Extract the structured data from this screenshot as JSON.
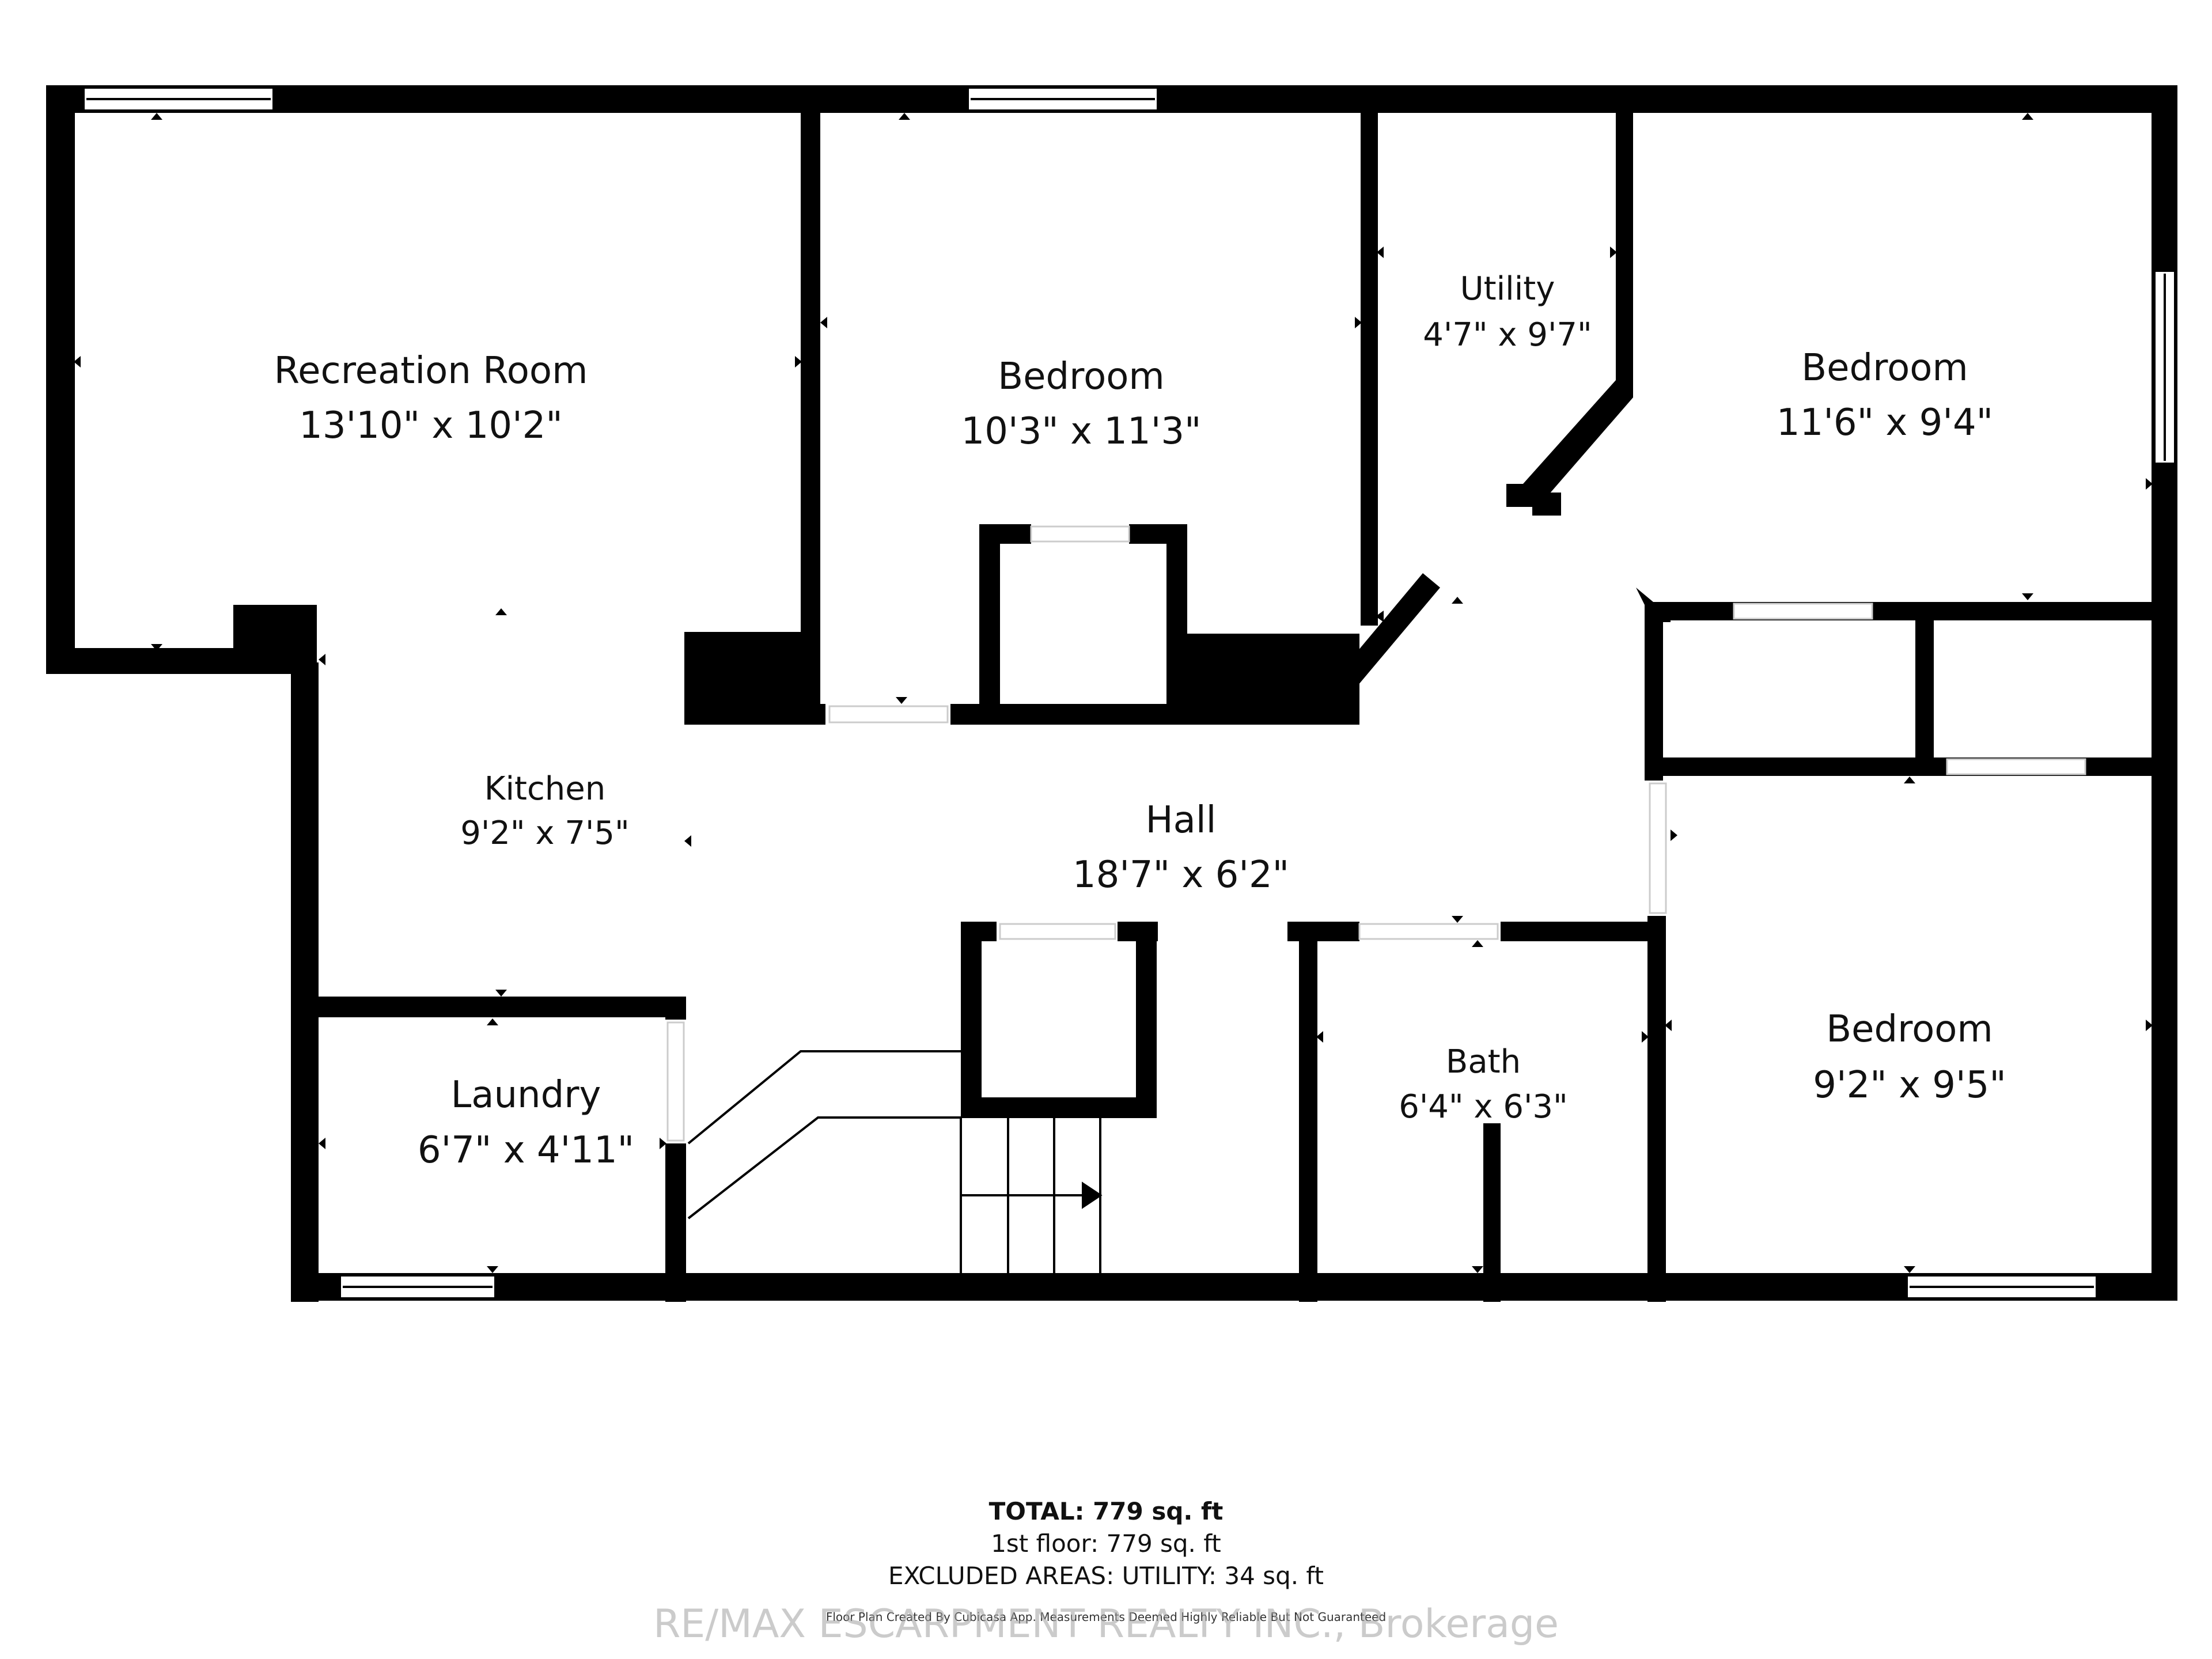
{
  "rooms": {
    "recreation": {
      "name": "Recreation Room",
      "dims": "13'10\" x 10'2\""
    },
    "bedroom_1": {
      "name": "Bedroom",
      "dims": "10'3\" x 11'3\""
    },
    "utility": {
      "name": "Utility",
      "dims": "4'7\" x 9'7\""
    },
    "bedroom_2": {
      "name": "Bedroom",
      "dims": "11'6\" x 9'4\""
    },
    "kitchen": {
      "name": "Kitchen",
      "dims": "9'2\" x 7'5\""
    },
    "hall": {
      "name": "Hall",
      "dims": "18'7\" x 6'2\""
    },
    "laundry": {
      "name": "Laundry",
      "dims": "6'7\" x 4'11\""
    },
    "bath": {
      "name": "Bath",
      "dims": "6'4\" x 6'3\""
    },
    "bedroom_3": {
      "name": "Bedroom",
      "dims": "9'2\" x 9'5\""
    }
  },
  "totals": {
    "total": "TOTAL: 779 sq. ft",
    "floor": "1st floor: 779 sq. ft",
    "excluded": "EXCLUDED AREAS: UTILITY: 34 sq. ft",
    "credit": "Floor Plan Created By Cubicasa App. Measurements Deemed Highly Reliable But Not Guaranteed"
  },
  "watermark": "RE/MAX ESCARPMENT REALTY INC., Brokerage",
  "colors": {
    "wall": "#000000",
    "background": "#ffffff",
    "watermark": "#a0a0a0"
  }
}
